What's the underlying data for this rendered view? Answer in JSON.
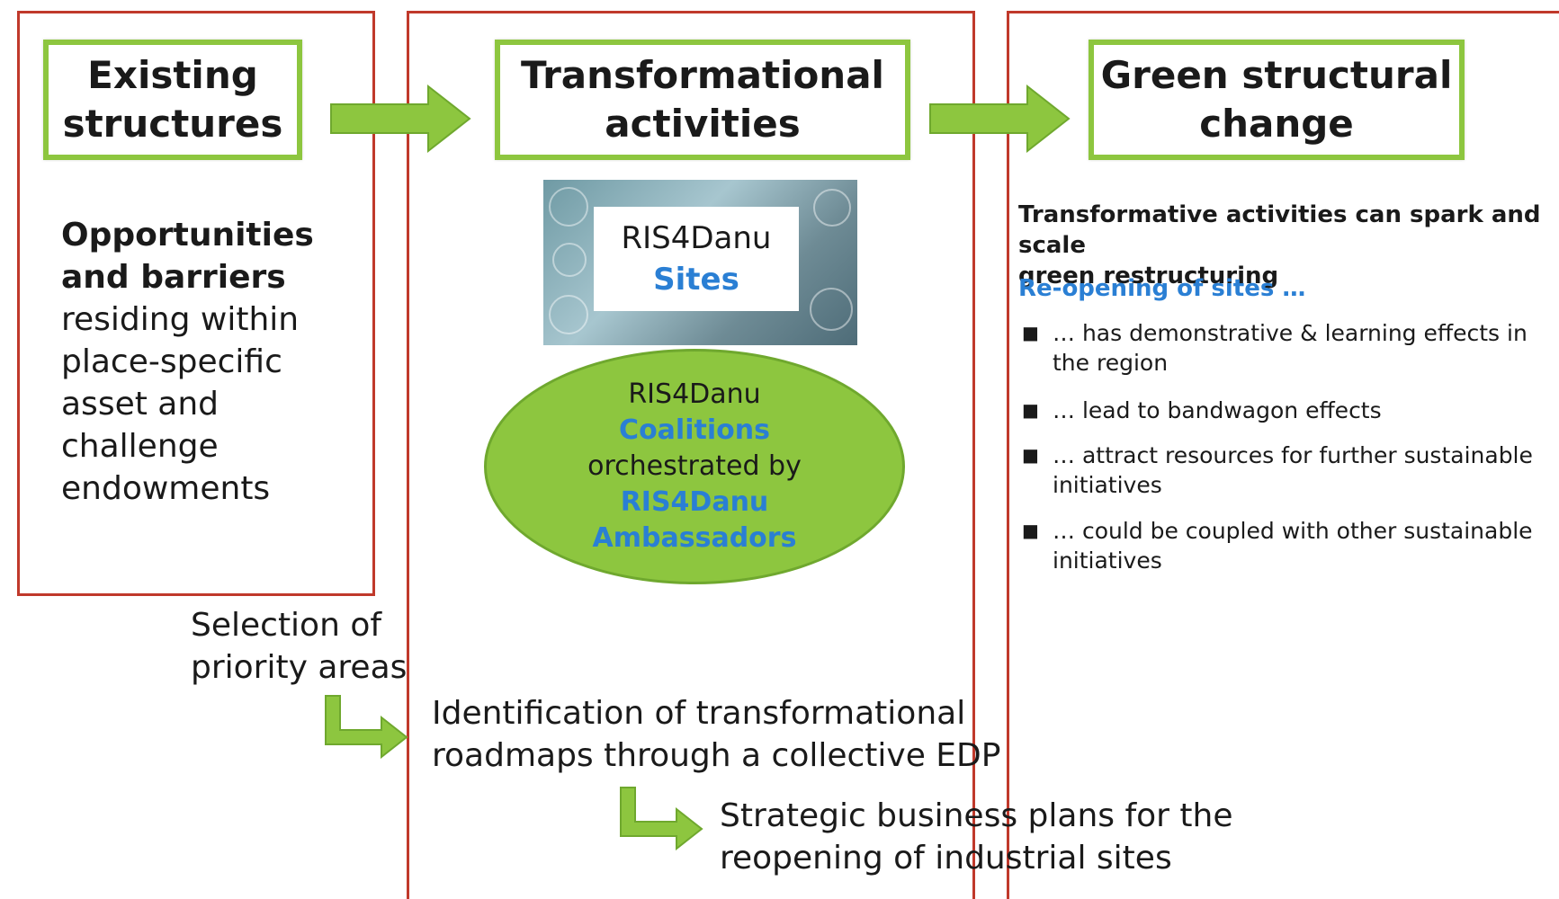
{
  "columns": {
    "left": {
      "title_line1": "Existing",
      "title_line2": "structures",
      "body_bold_line1": "Opportunities",
      "body_bold_line2": "and barriers",
      "body_lines": [
        "residing within",
        "place-specific",
        "asset and",
        "challenge",
        "endowments"
      ]
    },
    "middle": {
      "title_line1": "Transformational",
      "title_line2": "activities",
      "sites_card_line1": "RIS4Danu",
      "sites_card_line2": "Sites",
      "ellipse_line1": "RIS4Danu",
      "ellipse_line2": "Coalitions",
      "ellipse_line3": "orchestrated by",
      "ellipse_line4": "RIS4Danu",
      "ellipse_line5": "Ambassadors"
    },
    "right": {
      "title_line1": "Green structural",
      "title_line2": "change",
      "intro_line1": "Transformative activities can spark and scale",
      "intro_line2": "green restructuring",
      "subheading": "Re-opening of sites …",
      "bullets": [
        {
          "line1": "… has demonstrative & learning effects in",
          "line2": "the region"
        },
        {
          "line1": "… lead to bandwagon effects",
          "line2": ""
        },
        {
          "line1": "… attract resources for further sustainable",
          "line2": "initiatives"
        },
        {
          "line1": "… could be coupled with other sustainable",
          "line2": "initiatives"
        }
      ]
    }
  },
  "steps": {
    "step1_line1": "Selection of",
    "step1_line2": "priority areas",
    "step2_line1": "Identification of transformational",
    "step2_line2": "roadmaps through a collective EDP",
    "step3_line1": "Strategic business plans for the",
    "step3_line2": "reopening of industrial sites"
  },
  "colors": {
    "box_border": "#8dc63f",
    "arrow_fill": "#8dc63f",
    "frame_border": "#c0392b",
    "accent_blue": "#2a7fd4",
    "ellipse_fill": "#8dc63f"
  }
}
